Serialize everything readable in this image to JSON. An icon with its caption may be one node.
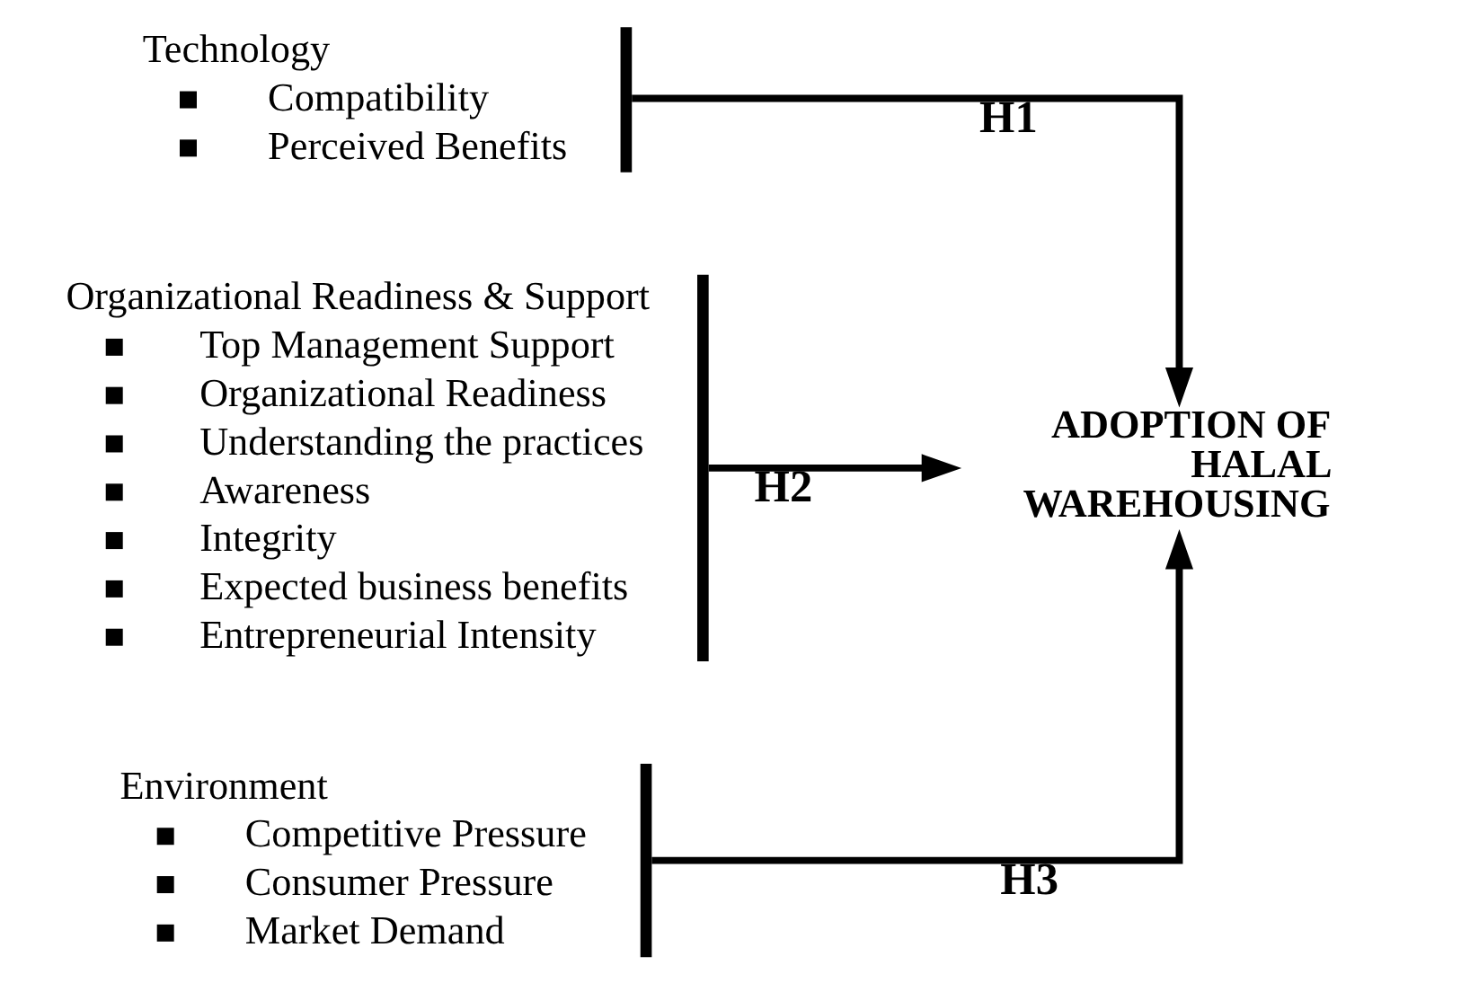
{
  "diagram": {
    "nodes": [
      {
        "text": [
          "Technology",
          "Compatibility",
          "Perceived Benefits"
        ]
      },
      {
        "text": [
          "Organizational Readiness & Support",
          "Top Management Support",
          "Organizational Readiness",
          "Understanding the practices",
          "Awareness",
          "Integrity",
          "Expected business benefits",
          "Entrepreneurial Intensity"
        ]
      },
      {
        "text": [
          "Environment",
          "Competitive Pressure",
          "Consumer Pressure",
          "Market Demand"
        ]
      },
      {
        "text": [
          "ADOPTION OF HALAL WAREHOUSING"
        ]
      }
    ],
    "edges": [
      {
        "from": 0,
        "to": 3,
        "label": "H1",
        "arrow": "to"
      },
      {
        "from": 1,
        "to": 3,
        "label": "H2",
        "arrow": "to"
      },
      {
        "from": 2,
        "to": 3,
        "label": "H3",
        "arrow": "to"
      }
    ]
  }
}
